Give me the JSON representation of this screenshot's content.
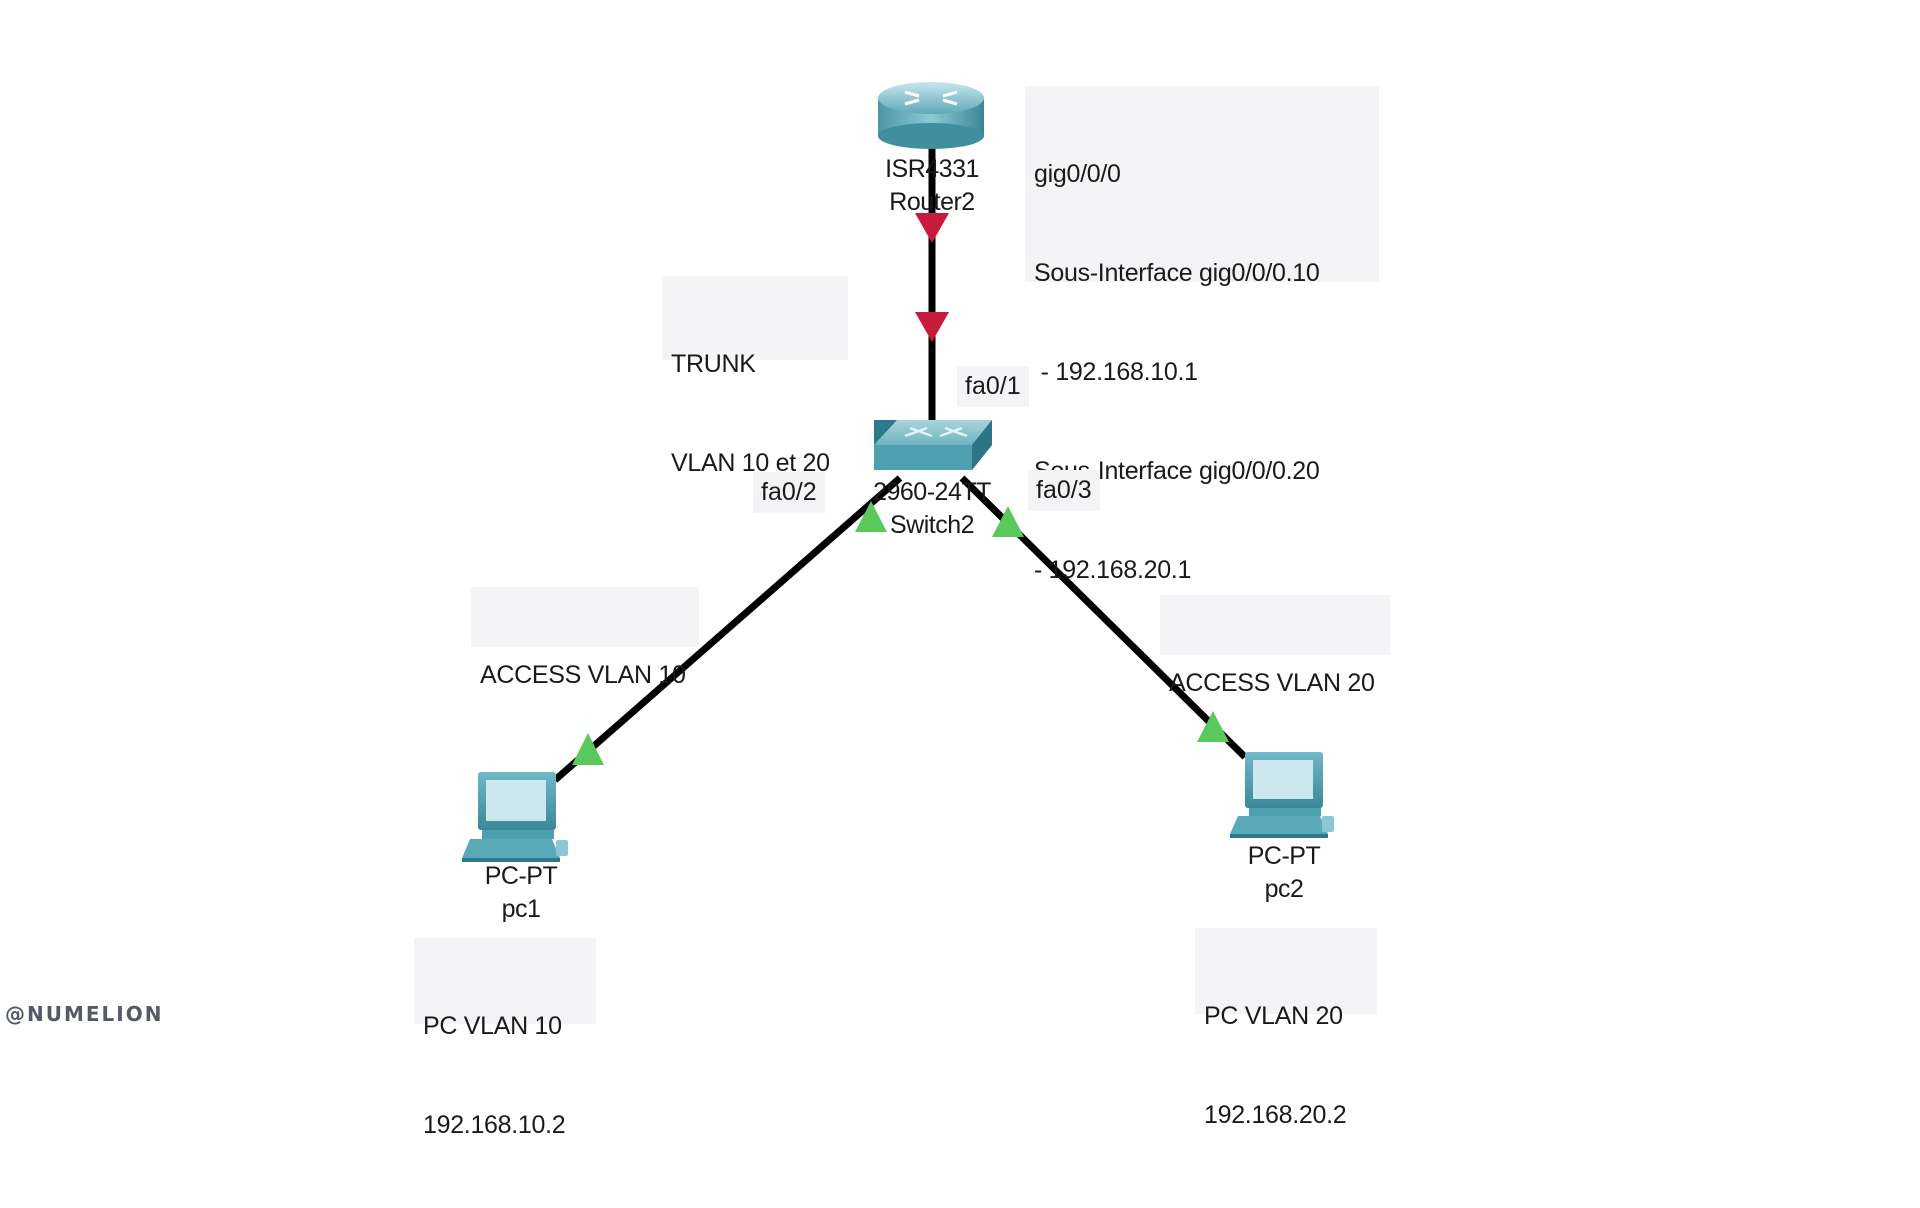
{
  "colors": {
    "link": "#000000",
    "trunk_arrow": "#c81a3a",
    "access_arrow": "#5ac85a",
    "device": "#3a8fa0",
    "note_bg": "#f4f4f6"
  },
  "devices": {
    "router": {
      "model": "ISR4331",
      "name": "Router2",
      "icon": "router-icon"
    },
    "switch": {
      "model": "2960-24TT",
      "name": "Switch2",
      "icon": "switch-icon"
    },
    "pc1": {
      "model": "PC-PT",
      "name": "pc1",
      "icon": "pc-icon"
    },
    "pc2": {
      "model": "PC-PT",
      "name": "pc2",
      "icon": "pc-icon"
    }
  },
  "notes": {
    "router_interfaces": [
      "gig0/0/0",
      "Sous-Interface gig0/0/0.10",
      " - 192.168.10.1",
      "Sous-Interface gig0/0/0.20",
      "- 192.168.20.1"
    ],
    "trunk": [
      "TRUNK",
      "VLAN 10 et 20"
    ],
    "access10": [
      "ACCESS VLAN 10"
    ],
    "access20": [
      "ACCESS VLAN 20"
    ],
    "pc1_info": [
      "PC VLAN 10",
      "192.168.10.2"
    ],
    "pc2_info": [
      "PC VLAN 20",
      "192.168.20.2"
    ]
  },
  "ports": {
    "fa01": "fa0/1",
    "fa02": "fa0/2",
    "fa03": "fa0/3"
  },
  "watermark": "@NUMELION"
}
